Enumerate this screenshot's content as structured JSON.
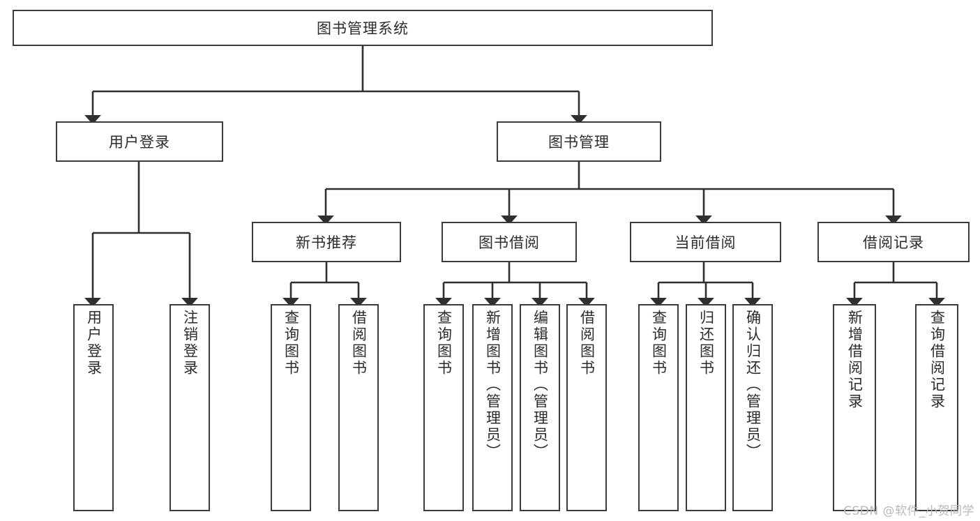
{
  "diagram": {
    "type": "tree",
    "title": "图书管理系统",
    "watermark": "CSDN @软件_小贺同学",
    "colors": {
      "box_border": "#3b3b3b",
      "box_fill": "#ffffff",
      "connector": "#2f2f2f",
      "text": "#2b2b2b",
      "watermark": "#b9b9b9"
    },
    "root": {
      "label": "图书管理系统"
    },
    "level2": [
      {
        "id": "user-login",
        "label": "用户登录"
      },
      {
        "id": "book-manage",
        "label": "图书管理"
      }
    ],
    "level3": [
      {
        "id": "new-book-recommend",
        "label": "新书推荐",
        "parent": "book-manage"
      },
      {
        "id": "book-borrow",
        "label": "图书借阅",
        "parent": "book-manage"
      },
      {
        "id": "current-borrow",
        "label": "当前借阅",
        "parent": "book-manage"
      },
      {
        "id": "borrow-record",
        "label": "借阅记录",
        "parent": "book-manage"
      }
    ],
    "leaves": {
      "user_login": [
        {
          "id": "leaf-user-login",
          "label": "用户登录"
        },
        {
          "id": "leaf-logout",
          "label": "注销登录"
        }
      ],
      "new_book_recommend": [
        {
          "id": "leaf-query-book-1",
          "label": "查询图书"
        },
        {
          "id": "leaf-borrow-book-1",
          "label": "借阅图书"
        }
      ],
      "book_borrow": [
        {
          "id": "leaf-query-book-2",
          "label": "查询图书"
        },
        {
          "id": "leaf-add-book",
          "label": "新增图书（管理员）"
        },
        {
          "id": "leaf-edit-book",
          "label": "编辑图书（管理员）"
        },
        {
          "id": "leaf-borrow-book-2",
          "label": "借阅图书"
        }
      ],
      "current_borrow": [
        {
          "id": "leaf-query-book-3",
          "label": "查询图书"
        },
        {
          "id": "leaf-return-book",
          "label": "归还图书"
        },
        {
          "id": "leaf-confirm-return",
          "label": "确认归还（管理员）"
        }
      ],
      "borrow_record": [
        {
          "id": "leaf-add-record",
          "label": "新增借阅记录"
        },
        {
          "id": "leaf-query-record",
          "label": "查询借阅记录"
        }
      ]
    }
  }
}
